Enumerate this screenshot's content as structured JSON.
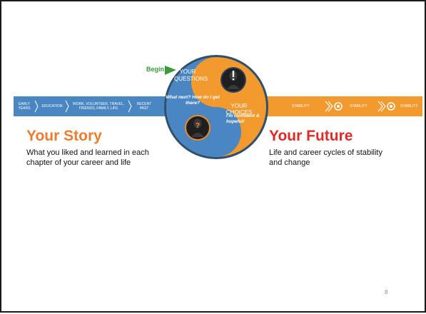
{
  "timeline_past": {
    "stages": [
      {
        "label": "EARLY YEARS"
      },
      {
        "label": "EDUCATION"
      },
      {
        "label": "WORK, VOLUNTEER, TRAVEL, FRIENDS, FAMILY, LIFE"
      },
      {
        "label": "RECENT PAST"
      }
    ],
    "color": "#4a87c2"
  },
  "timeline_future": {
    "cycles": [
      {
        "label": "STABILITY"
      },
      {
        "label": "STABILITY"
      },
      {
        "label": "STABILITY"
      }
    ],
    "color": "#f29a2e"
  },
  "center_diagram": {
    "begin_label": "Begin",
    "questions_label": "YOUR QUESTIONS",
    "what_next": "What next? How do I get there?",
    "choices_label": "YOUR CHOICES",
    "confident_label": "I'm confident & hopeful!"
  },
  "story": {
    "heading": "Your Story",
    "body": "What you liked and learned in each\nchapter of your career and life"
  },
  "future": {
    "heading": "Your Future",
    "body": "Life and career cycles of stability\nand change"
  },
  "page_number": "8",
  "colors": {
    "blue": "#4a87c2",
    "orange": "#f29a2e",
    "heading_orange": "#ec7c30",
    "heading_red": "#e02a26",
    "begin_green": "#3a9a3a"
  },
  "icons": [
    "chevron-right-icon",
    "gear-cycle-icon",
    "begin-arrow-icon",
    "question-head-icon",
    "exclamation-head-icon"
  ]
}
